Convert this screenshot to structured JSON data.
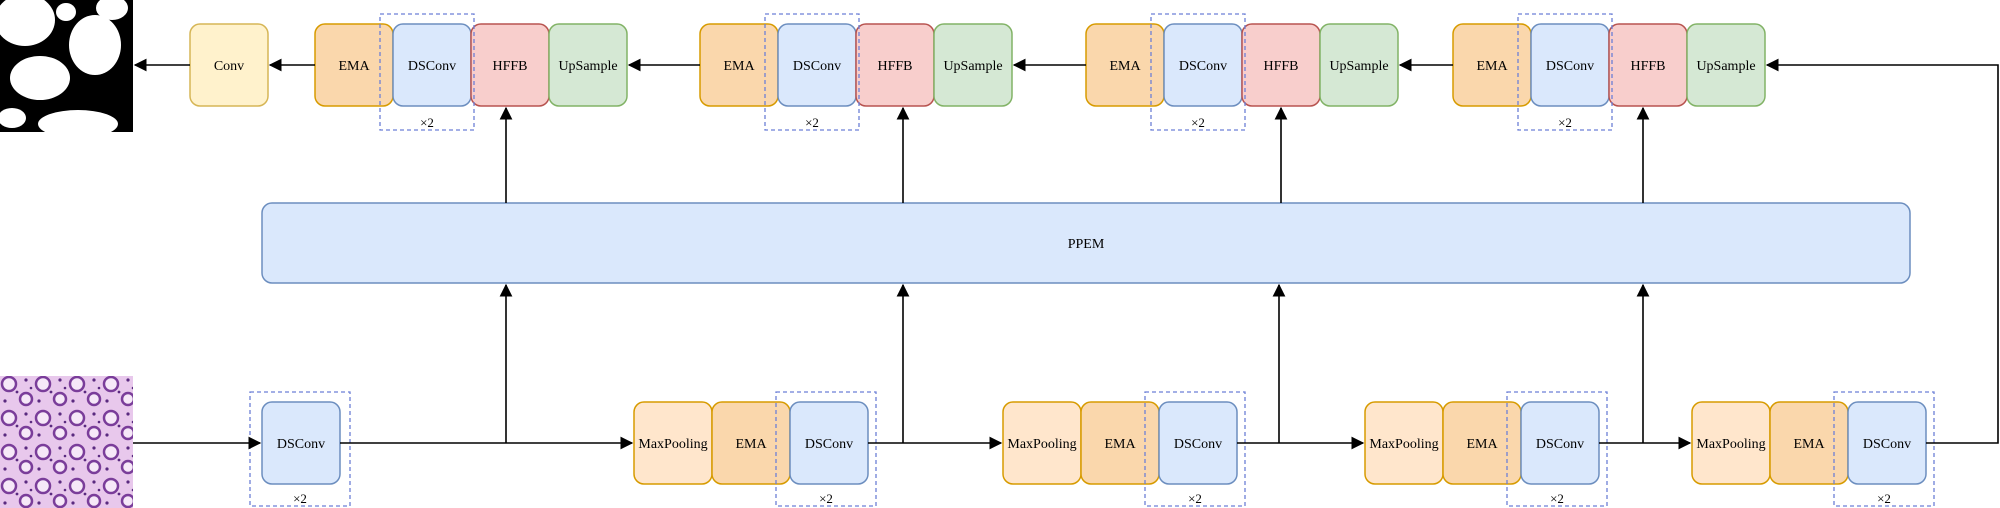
{
  "colors": {
    "conv_fill": "#fff2cc",
    "conv_stroke": "#d6b656",
    "ema_fill": "#fad7ac",
    "ema_stroke": "#d79b00",
    "dsconv_fill": "#dae8fc",
    "dsconv_stroke": "#6c8ebf",
    "hffb_fill": "#f8cecc",
    "hffb_stroke": "#b85450",
    "upsample_fill": "#d5e8d4",
    "upsample_stroke": "#82b366",
    "maxpool_fill": "#ffe6cc",
    "maxpool_stroke": "#d79b00",
    "ppem_fill": "#dae8fc",
    "ppem_stroke": "#6c8ebf",
    "repeat_box": "#6c7fd6"
  },
  "images": {
    "output_mask": "binary-segmentation-mask",
    "input_image": "histology-tissue-image"
  },
  "ppem": {
    "label": "PPEM"
  },
  "decoder": {
    "conv_label": "Conv",
    "stages": [
      {
        "ema": "EMA",
        "dsconv": "DSConv",
        "hffb": "HFFB",
        "upsample": "UpSample",
        "repeat": "×2"
      },
      {
        "ema": "EMA",
        "dsconv": "DSConv",
        "hffb": "HFFB",
        "upsample": "UpSample",
        "repeat": "×2"
      },
      {
        "ema": "EMA",
        "dsconv": "DSConv",
        "hffb": "HFFB",
        "upsample": "UpSample",
        "repeat": "×2"
      },
      {
        "ema": "EMA",
        "dsconv": "DSConv",
        "hffb": "HFFB",
        "upsample": "UpSample",
        "repeat": "×2"
      }
    ]
  },
  "encoder": {
    "first": {
      "dsconv": "DSConv",
      "repeat": "×2"
    },
    "stages": [
      {
        "maxpool": "MaxPooling",
        "ema": "EMA",
        "dsconv": "DSConv",
        "repeat": "×2"
      },
      {
        "maxpool": "MaxPooling",
        "ema": "EMA",
        "dsconv": "DSConv",
        "repeat": "×2"
      },
      {
        "maxpool": "MaxPooling",
        "ema": "EMA",
        "dsconv": "DSConv",
        "repeat": "×2"
      },
      {
        "maxpool": "MaxPooling",
        "ema": "EMA",
        "dsconv": "DSConv",
        "repeat": "×2"
      }
    ]
  }
}
